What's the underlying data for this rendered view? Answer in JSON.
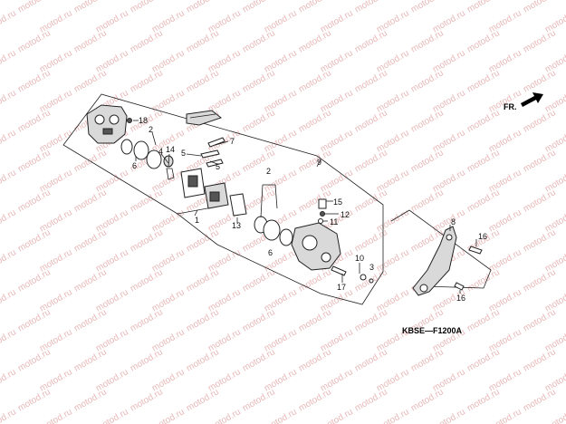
{
  "watermark": "motod.ru",
  "diagram_code": "KBSE—F1200A",
  "front_indicator": "FR.",
  "callouts": {
    "c18": "18",
    "c2a": "2",
    "c6a": "6",
    "c4": "4",
    "c14": "14",
    "c5a": "5",
    "c7": "7",
    "c5b": "5",
    "c9": "9",
    "c1": "1",
    "c13": "13",
    "c2b": "2",
    "c6b": "6",
    "c15": "15",
    "c12": "12",
    "c11": "11",
    "c10": "10",
    "c3": "3",
    "c17": "17",
    "c8": "8",
    "c16a": "16",
    "c16b": "16"
  }
}
